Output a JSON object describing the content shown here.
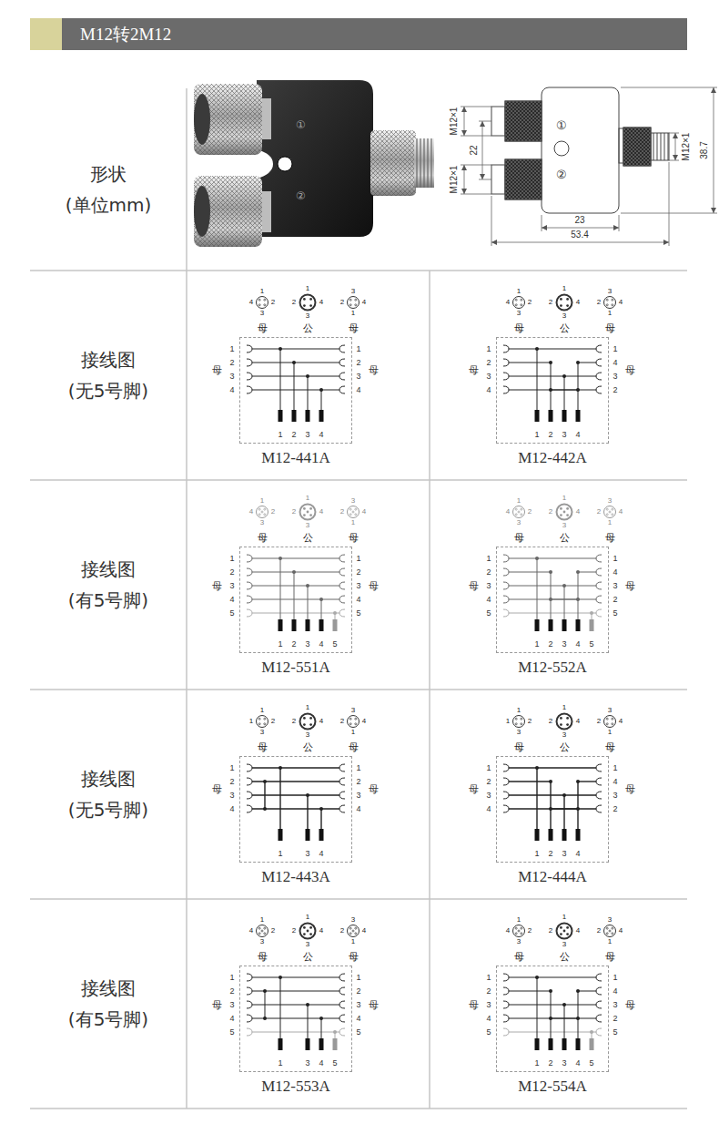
{
  "diagram": {
    "title": "M12转2M12",
    "nodes": [
      {
        "text": [
          "形状",
          "(单位mm)"
        ]
      },
      {
        "text": [
          "接线图",
          "(无5号脚)"
        ]
      },
      {
        "text": [
          "M12-441A"
        ]
      },
      {
        "text": [
          "M12-442A"
        ]
      },
      {
        "text": [
          "接线图",
          "(有5号脚)"
        ]
      },
      {
        "text": [
          "M12-551A"
        ]
      },
      {
        "text": [
          "M12-552A"
        ]
      },
      {
        "text": [
          "接线图",
          "(无5号脚)"
        ]
      },
      {
        "text": [
          "M12-443A"
        ]
      },
      {
        "text": [
          "M12-444A"
        ]
      },
      {
        "text": [
          "接线图",
          "(有5号脚)"
        ]
      },
      {
        "text": [
          "M12-553A"
        ]
      },
      {
        "text": [
          "M12-554A"
        ]
      }
    ],
    "labels": [
      "①",
      "②",
      "M12×1",
      "22",
      "M12×1",
      "①",
      "②",
      "M12×1",
      "38.7",
      "23",
      "53.4",
      "1",
      "4",
      "2",
      "3",
      "1",
      "2",
      "4",
      "3",
      "3",
      "2",
      "4",
      "1",
      "母",
      "公",
      "母",
      "1",
      "2",
      "3",
      "4",
      "母",
      "1",
      "2",
      "3",
      "4",
      "母",
      "1",
      "2",
      "3",
      "4",
      "1",
      "4",
      "2",
      "3",
      "1",
      "2",
      "4",
      "3",
      "3",
      "2",
      "4",
      "1",
      "母",
      "公",
      "母",
      "1",
      "2",
      "3",
      "4",
      "母",
      "1",
      "4",
      "3",
      "2",
      "母",
      "1",
      "2",
      "3",
      "4",
      "1",
      "4",
      "2",
      "3",
      "1",
      "2",
      "4",
      "3",
      "3",
      "2",
      "4",
      "1",
      "母",
      "公",
      "母",
      "1",
      "2",
      "3",
      "4",
      "5",
      "母",
      "1",
      "2",
      "3",
      "4",
      "5",
      "母",
      "1",
      "2",
      "3",
      "4",
      "5",
      "1",
      "4",
      "2",
      "3",
      "1",
      "2",
      "4",
      "3",
      "3",
      "2",
      "4",
      "1",
      "母",
      "公",
      "母",
      "1",
      "2",
      "3",
      "4",
      "5",
      "母",
      "1",
      "4",
      "3",
      "2",
      "5",
      "母",
      "1",
      "2",
      "3",
      "4",
      "5",
      "1",
      "1",
      "2",
      "3",
      "1",
      "2",
      "4",
      "3",
      "3",
      "2",
      "4",
      "1",
      "母",
      "公",
      "母",
      "1",
      "2",
      "3",
      "4",
      "母",
      "1",
      "2",
      "3",
      "4",
      "母",
      "1",
      "3",
      "4",
      "1",
      "1",
      "2",
      "3",
      "1",
      "2",
      "4",
      "3",
      "3",
      "2",
      "4",
      "1",
      "母",
      "公",
      "母",
      "1",
      "2",
      "3",
      "4",
      "母",
      "1",
      "4",
      "3",
      "2",
      "母",
      "1",
      "2",
      "3",
      "4",
      "1",
      "4",
      "2",
      "3",
      "1",
      "2",
      "4",
      "3",
      "3",
      "2",
      "4",
      "1",
      "母",
      "公",
      "母",
      "1",
      "2",
      "3",
      "4",
      "5",
      "母",
      "1",
      "2",
      "3",
      "4",
      "5",
      "母",
      "1",
      "3",
      "4",
      "5",
      "1",
      "4",
      "2",
      "3",
      "1",
      "2",
      "4",
      "3",
      "3",
      "2",
      "4",
      "1",
      "母",
      "公",
      "母",
      "1",
      "2",
      "3",
      "4",
      "5",
      "母",
      "1",
      "4",
      "3",
      "2",
      "5",
      "母",
      "1",
      "2",
      "3",
      "4",
      "5"
    ]
  }
}
